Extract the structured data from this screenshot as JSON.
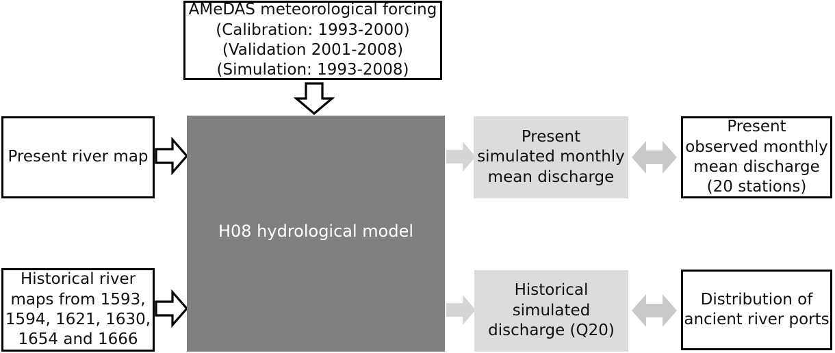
{
  "diagram": {
    "title": "H08 hydrological model workflow",
    "colors": {
      "dark_block": "#808080",
      "light_block": "#dcdcdc",
      "outline": "#000000",
      "background": "#ffffff",
      "dark_block_text": "#ffffff"
    },
    "nodes": {
      "forcing": {
        "label": "AMeDAS meteorological forcing\n(Calibration: 1993-2000)\n(Validation 2001-2008)\n(Simulation: 1993-2008)",
        "style": "white-box-black-border"
      },
      "present_river_map": {
        "label": "Present river map",
        "style": "white-box-black-border"
      },
      "historical_river_maps": {
        "label": "Historical river\nmaps from 1593,\n1594, 1621, 1630,\n1654 and 1666",
        "style": "white-box-black-border"
      },
      "model": {
        "label": "H08 hydrological model",
        "style": "dark-grey-block"
      },
      "present_simulated": {
        "label": "Present\nsimulated monthly\nmean discharge",
        "style": "light-grey-block"
      },
      "historical_simulated": {
        "label": "Historical\nsimulated\ndischarge (Q20)",
        "style": "light-grey-block"
      },
      "present_observed": {
        "label": "Present\nobserved monthly\nmean discharge\n(20 stations)",
        "style": "white-box-black-border"
      },
      "ancient_ports": {
        "label": "Distribution of\nancient river ports",
        "style": "white-box-black-border"
      }
    },
    "arrows": [
      {
        "name": "forcing-to-model",
        "direction": "down",
        "style": "outlined-white"
      },
      {
        "name": "present-map-to-model",
        "direction": "right",
        "style": "outlined-white"
      },
      {
        "name": "historical-maps-to-model",
        "direction": "right",
        "style": "outlined-white"
      },
      {
        "name": "model-to-present-simulated",
        "direction": "right",
        "style": "filled-light-grey"
      },
      {
        "name": "model-to-historical-simulated",
        "direction": "right",
        "style": "filled-light-grey"
      },
      {
        "name": "present-sim-to-present-obs",
        "direction": "both",
        "style": "filled-light-grey"
      },
      {
        "name": "historical-sim-to-ports",
        "direction": "both",
        "style": "filled-light-grey"
      }
    ]
  }
}
